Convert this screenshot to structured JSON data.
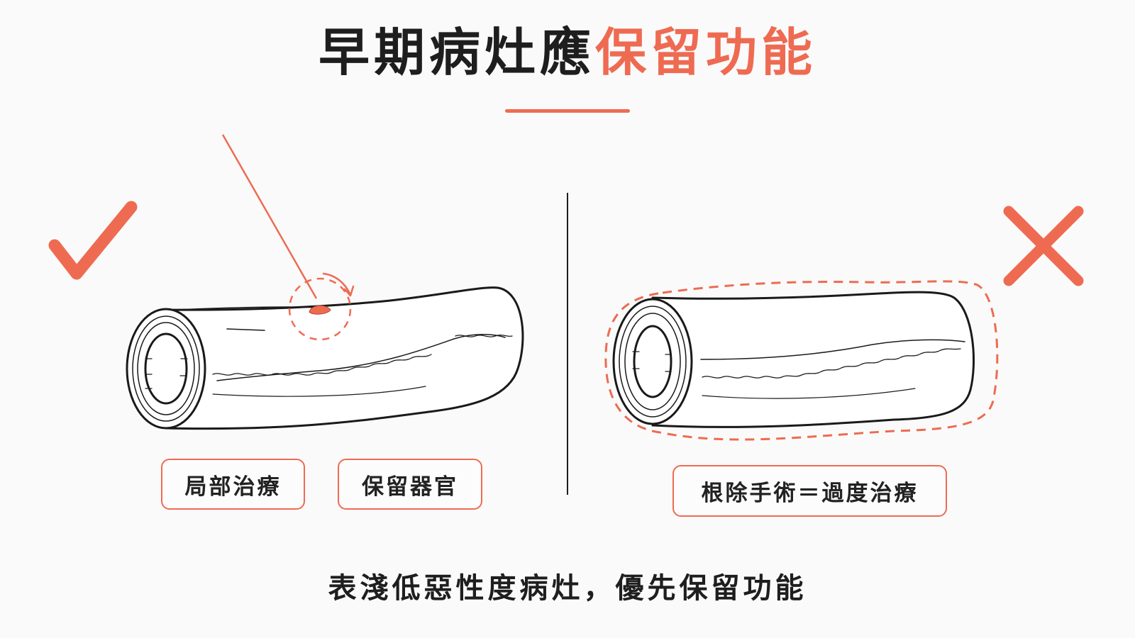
{
  "title": {
    "main": "早期病灶應",
    "highlight": "保留功能"
  },
  "left_panel": {
    "verdict_icon": "check-mark-icon",
    "tags": [
      "局部治療",
      "保留器官"
    ]
  },
  "right_panel": {
    "verdict_icon": "cross-mark-icon",
    "tag": "根除手術＝過度治療"
  },
  "footer": "表淺低惡性度病灶，優先保留功能",
  "colors": {
    "accent": "#ee6b52",
    "ink": "#1e1e1e",
    "background": "#fafafa"
  }
}
